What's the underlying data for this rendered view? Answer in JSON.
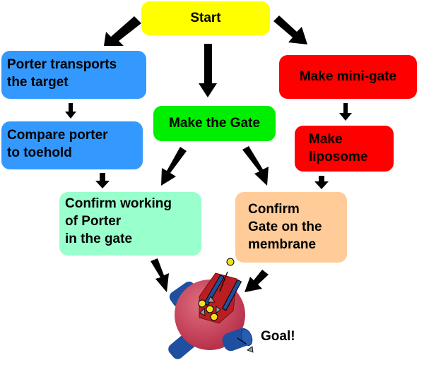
{
  "nodes": {
    "start": {
      "label": "Start",
      "color": "#ffff00"
    },
    "porter_transports": {
      "lines": [
        "Porter transports",
        "the target"
      ],
      "color": "#3399ff"
    },
    "compare_porter": {
      "lines": [
        "Compare porter",
        "to toehold"
      ],
      "color": "#3399ff"
    },
    "make_gate": {
      "label": "Make the Gate",
      "color": "#00ee00"
    },
    "make_mini_gate": {
      "label": "Make mini-gate",
      "color": "#ff0000"
    },
    "make_liposome": {
      "lines": [
        "Make",
        "liposome"
      ],
      "color": "#ff0000"
    },
    "confirm_working": {
      "lines": [
        "Confirm working",
        "of Porter",
        "in the gate"
      ],
      "color": "#99ffcc"
    },
    "confirm_gate": {
      "lines": [
        "Confirm",
        "Gate on the",
        "membrane"
      ],
      "color": "#ffcc99"
    },
    "goal": {
      "label": "Goal!"
    }
  },
  "edges": [
    {
      "from": "start",
      "to": "porter_transports"
    },
    {
      "from": "start",
      "to": "make_gate"
    },
    {
      "from": "start",
      "to": "make_mini_gate"
    },
    {
      "from": "porter_transports",
      "to": "compare_porter"
    },
    {
      "from": "compare_porter",
      "to": "confirm_working"
    },
    {
      "from": "make_gate",
      "to": "confirm_working"
    },
    {
      "from": "make_gate",
      "to": "confirm_gate"
    },
    {
      "from": "make_mini_gate",
      "to": "make_liposome"
    },
    {
      "from": "make_liposome",
      "to": "confirm_gate"
    },
    {
      "from": "confirm_working",
      "to": "goal"
    },
    {
      "from": "confirm_gate",
      "to": "goal"
    }
  ]
}
